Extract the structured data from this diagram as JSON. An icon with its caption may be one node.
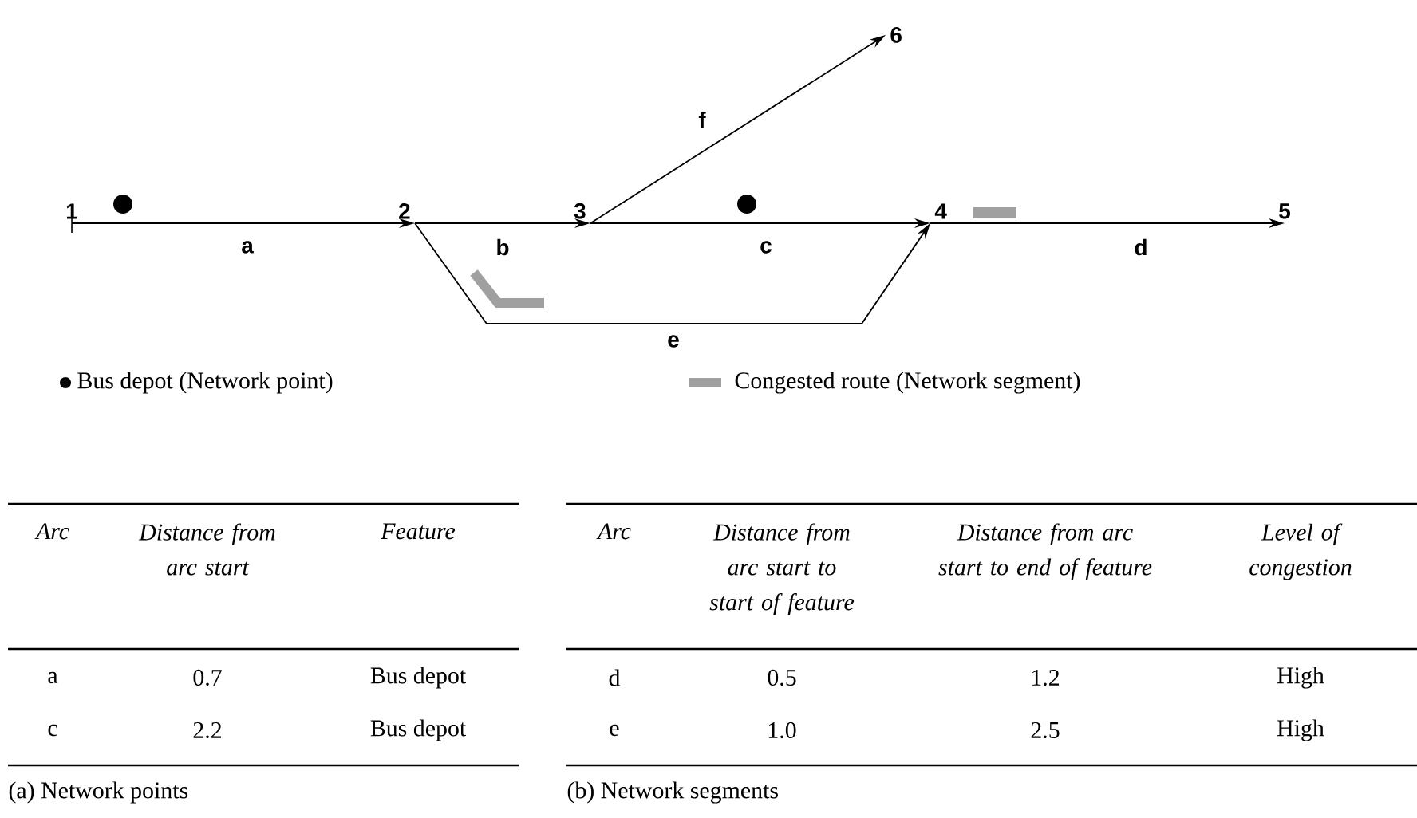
{
  "diagram": {
    "nodes": [
      {
        "text": [
          "1"
        ]
      },
      {
        "text": [
          "2"
        ]
      },
      {
        "text": [
          "3"
        ]
      },
      {
        "text": [
          "4"
        ]
      },
      {
        "text": [
          "5"
        ]
      },
      {
        "text": [
          "6"
        ]
      }
    ],
    "edges": [
      {
        "from": 0,
        "to": 1,
        "arrow": "to",
        "label": "a"
      },
      {
        "from": 1,
        "to": 2,
        "arrow": "to",
        "label": "b"
      },
      {
        "from": 2,
        "to": 3,
        "arrow": "to",
        "label": "c"
      },
      {
        "from": 3,
        "to": 4,
        "arrow": "to",
        "label": "d"
      },
      {
        "from": 1,
        "to": 3,
        "arrow": "to",
        "label": "e"
      },
      {
        "from": 2,
        "to": 5,
        "arrow": "to",
        "label": "f"
      }
    ],
    "labels": [
      "Arc",
      "Distance from arc start",
      "Feature",
      "a",
      "0.7",
      "Bus depot",
      "c",
      "2.2",
      "Bus depot",
      "(a) Network points",
      "Arc",
      "Distance from arc start to start of feature",
      "Distance from arc start to end of feature",
      "Level of congestion",
      "d",
      "0.5",
      "1.2",
      "High",
      "e",
      "1.0",
      "2.5",
      "High",
      "(b) Network segments"
    ],
    "legend": [
      {
        "text": "Bus depot (Network point)"
      },
      {
        "text": "Congested route (Network segment)",
        "color": "#a0a0a0"
      }
    ]
  }
}
